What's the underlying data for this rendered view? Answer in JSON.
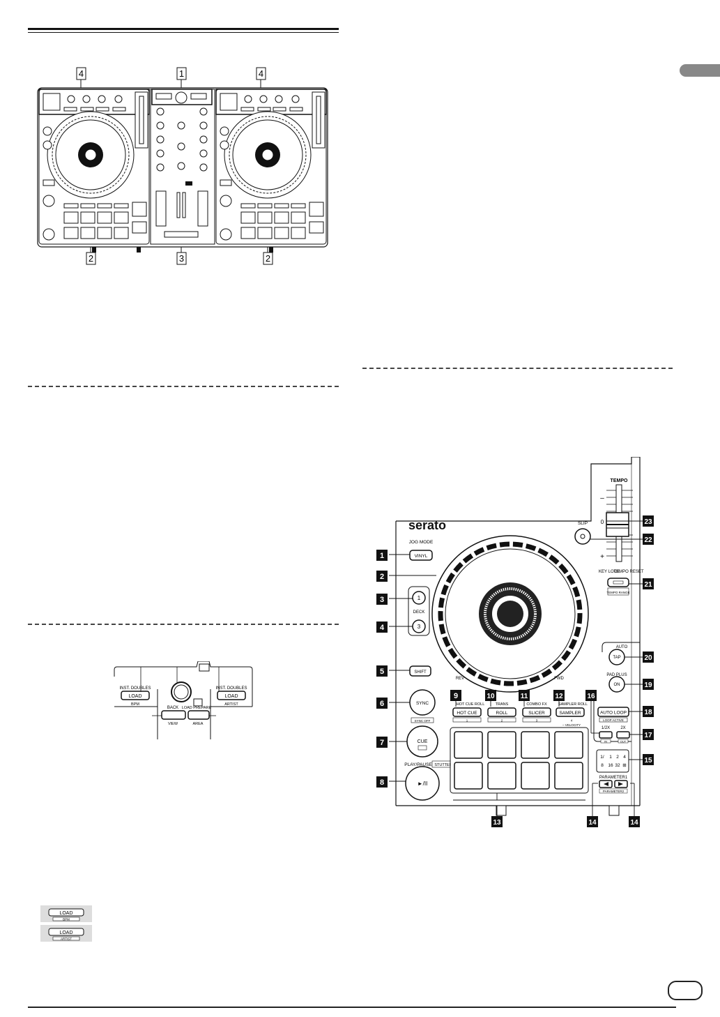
{
  "overview": {
    "callouts_top": [
      "4",
      "1",
      "4"
    ],
    "callouts_bottom": [
      "2",
      "3",
      "2"
    ]
  },
  "browser": {
    "left_load": {
      "above": "INST. DOUBLES",
      "button": "LOAD",
      "below": "BPM"
    },
    "right_load": {
      "above": "INST. DOUBLES",
      "button": "LOAD",
      "below": "ARTIST"
    },
    "back": {
      "above": "BACK",
      "below": "VIEW"
    },
    "load_prepare": {
      "above": "LOAD PREPARE",
      "below": "AREA"
    }
  },
  "load_icons": [
    {
      "button": "LOAD",
      "below": "BPM"
    },
    {
      "button": "LOAD",
      "below": "ARTIST"
    }
  ],
  "deck": {
    "brand": "serato",
    "jog_mode": "JOG MODE",
    "vinyl": "VINYL",
    "deck_label": "DECK",
    "deck_1": "1",
    "deck_3": "3",
    "shift": "SHIFT",
    "sync": "SYNC",
    "sync_off": "SYNC OFF",
    "cue": "CUE",
    "play_pause": "PLAY/PAUSE",
    "stutter": "STUTTER",
    "play_symbol": "►/II",
    "rev": "REV",
    "fwd": "FWD",
    "slip": "SLIP",
    "tempo": "TEMPO",
    "tempo_zero": "0",
    "tempo_minus": "–",
    "tempo_plus": "+",
    "key_lock": "KEY LOCK",
    "tempo_reset": "TEMPO RESET",
    "tempo_range": "TEMPO RANGE",
    "auto": "AUTO",
    "tap": "TAP",
    "pad_plus": "PAD PLUS",
    "on": "ON",
    "mode_top": [
      "HOT CUE ROLL",
      "TRANS",
      "COMBO FX",
      "SAMPLER ROLL"
    ],
    "modes": [
      "HOT CUE",
      "ROLL",
      "SLICER",
      "SAMPLER"
    ],
    "mode_nums": [
      "1",
      "2",
      "3",
      "4"
    ],
    "velocity": "– VELOCITY",
    "auto_loop": "AUTO LOOP",
    "loop_active": "LOOP ACTIVE",
    "half": "1/2X",
    "double": "2X",
    "in": "IN",
    "out": "OUT",
    "beats_row1": [
      "1/",
      "1",
      "2",
      "4"
    ],
    "beats_row2": [
      "8",
      "16",
      "32",
      "⊞"
    ],
    "parameter1": "PARAMETER1",
    "parameter2": "PARAMETER2"
  },
  "callouts": [
    "1",
    "2",
    "3",
    "4",
    "5",
    "6",
    "7",
    "8",
    "9",
    "10",
    "11",
    "12",
    "13",
    "14",
    "14",
    "15",
    "16",
    "17",
    "18",
    "19",
    "20",
    "21",
    "22",
    "23"
  ]
}
